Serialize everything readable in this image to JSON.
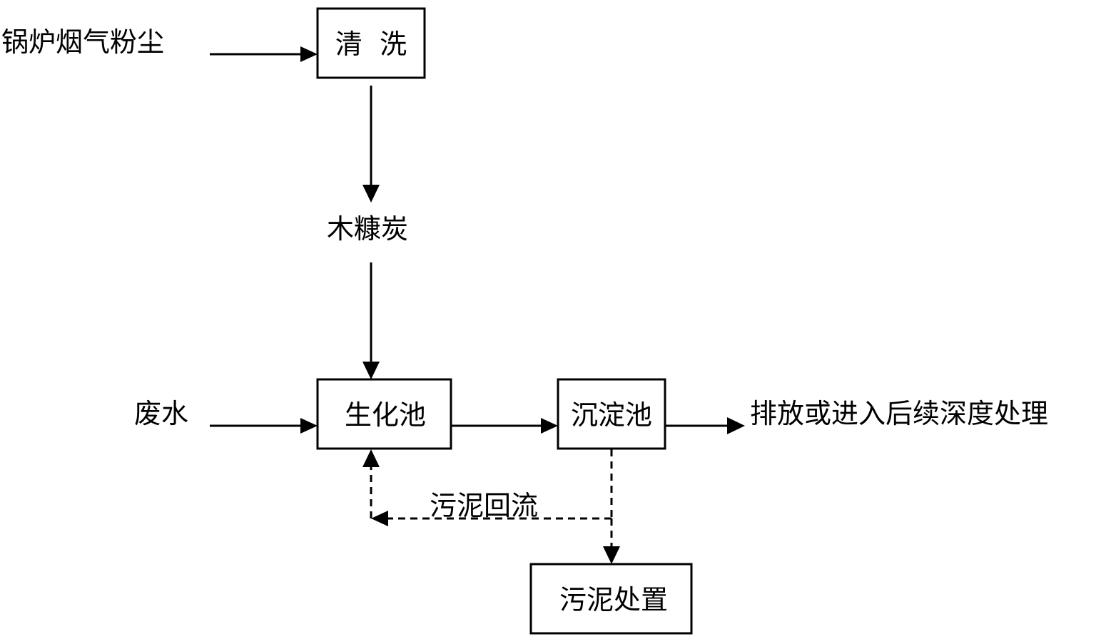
{
  "nodes": {
    "boiler_dust": "锅炉烟气粉尘",
    "washing": "清  洗",
    "rice_husk_charcoal": "木糠炭",
    "wastewater": "废水",
    "bio_tank": "生化池",
    "settling_tank": "沉淀池",
    "discharge": "排放或进入后续深度处理",
    "sludge_disposal": "污泥处置"
  },
  "edges": {
    "sludge_return": "污泥回流"
  }
}
